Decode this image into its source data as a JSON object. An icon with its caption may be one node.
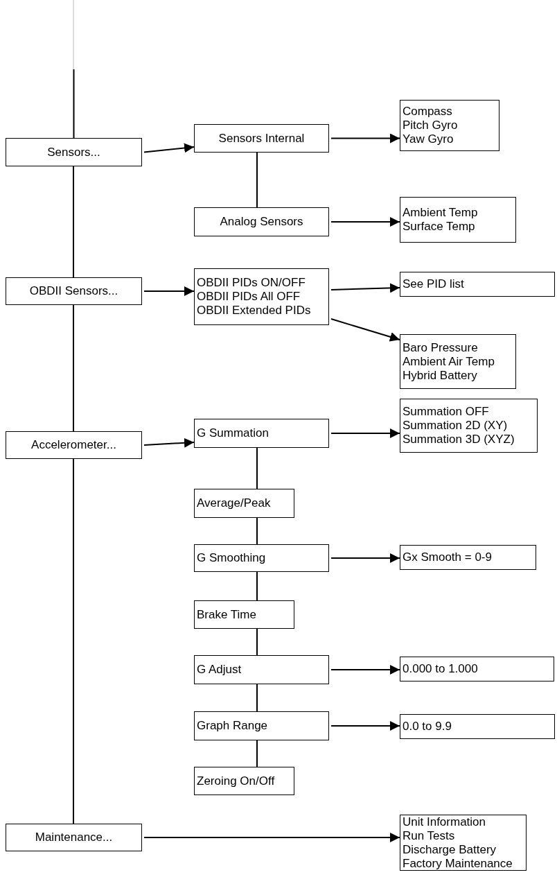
{
  "diagram": {
    "nodes": [
      {
        "text": [
          "Sensors..."
        ]
      },
      {
        "text": [
          "Sensors Internal"
        ]
      },
      {
        "text": [
          "Compass",
          "Pitch Gyro",
          "Yaw Gyro"
        ]
      },
      {
        "text": [
          "Analog Sensors"
        ]
      },
      {
        "text": [
          "Ambient Temp",
          "Surface Temp"
        ]
      },
      {
        "text": [
          "OBDII Sensors..."
        ]
      },
      {
        "text": [
          "OBDII PIDs ON/OFF",
          "OBDII PIDs All OFF",
          "OBDII Extended PIDs"
        ]
      },
      {
        "text": [
          "See PID list"
        ]
      },
      {
        "text": [
          "Baro Pressure",
          "Ambient Air Temp",
          "Hybrid Battery"
        ]
      },
      {
        "text": [
          "Accelerometer..."
        ]
      },
      {
        "text": [
          "G Summation"
        ]
      },
      {
        "text": [
          "Summation OFF",
          "Summation 2D (XY)",
          "Summation 3D (XYZ)"
        ]
      },
      {
        "text": [
          "Average/Peak"
        ]
      },
      {
        "text": [
          "G Smoothing"
        ]
      },
      {
        "text": [
          "Gx Smooth = 0-9"
        ]
      },
      {
        "text": [
          "Brake Time"
        ]
      },
      {
        "text": [
          "G Adjust"
        ]
      },
      {
        "text": [
          "0.000 to 1.000"
        ]
      },
      {
        "text": [
          "Graph Range"
        ]
      },
      {
        "text": [
          "0.0 to 9.9"
        ]
      },
      {
        "text": [
          "Zeroing On/Off"
        ]
      },
      {
        "text": [
          "Maintenance..."
        ]
      },
      {
        "text": [
          "Unit Information",
          "Run Tests",
          "Discharge Battery",
          "Factory Maintenance"
        ]
      }
    ],
    "edges": [
      {
        "from": null,
        "to": 0,
        "arrow": "none"
      },
      {
        "from": 0,
        "to": 5,
        "arrow": "none"
      },
      {
        "from": 5,
        "to": 9,
        "arrow": "none"
      },
      {
        "from": 9,
        "to": 21,
        "arrow": "none"
      },
      {
        "from": 0,
        "to": 1,
        "arrow": "to"
      },
      {
        "from": 1,
        "to": 2,
        "arrow": "to"
      },
      {
        "from": 1,
        "to": 3,
        "arrow": "none"
      },
      {
        "from": 3,
        "to": 4,
        "arrow": "to"
      },
      {
        "from": 5,
        "to": 6,
        "arrow": "to"
      },
      {
        "from": 6,
        "to": 7,
        "arrow": "to"
      },
      {
        "from": 6,
        "to": 8,
        "arrow": "to"
      },
      {
        "from": 9,
        "to": 10,
        "arrow": "to"
      },
      {
        "from": 10,
        "to": 11,
        "arrow": "to"
      },
      {
        "from": 10,
        "to": 12,
        "arrow": "none"
      },
      {
        "from": 12,
        "to": 13,
        "arrow": "none"
      },
      {
        "from": 13,
        "to": 14,
        "arrow": "to"
      },
      {
        "from": 13,
        "to": 15,
        "arrow": "none"
      },
      {
        "from": 15,
        "to": 16,
        "arrow": "none"
      },
      {
        "from": 16,
        "to": 17,
        "arrow": "to"
      },
      {
        "from": 16,
        "to": 18,
        "arrow": "none"
      },
      {
        "from": 18,
        "to": 19,
        "arrow": "to"
      },
      {
        "from": 18,
        "to": 20,
        "arrow": "none"
      },
      {
        "from": 21,
        "to": 22,
        "arrow": "to"
      }
    ]
  }
}
